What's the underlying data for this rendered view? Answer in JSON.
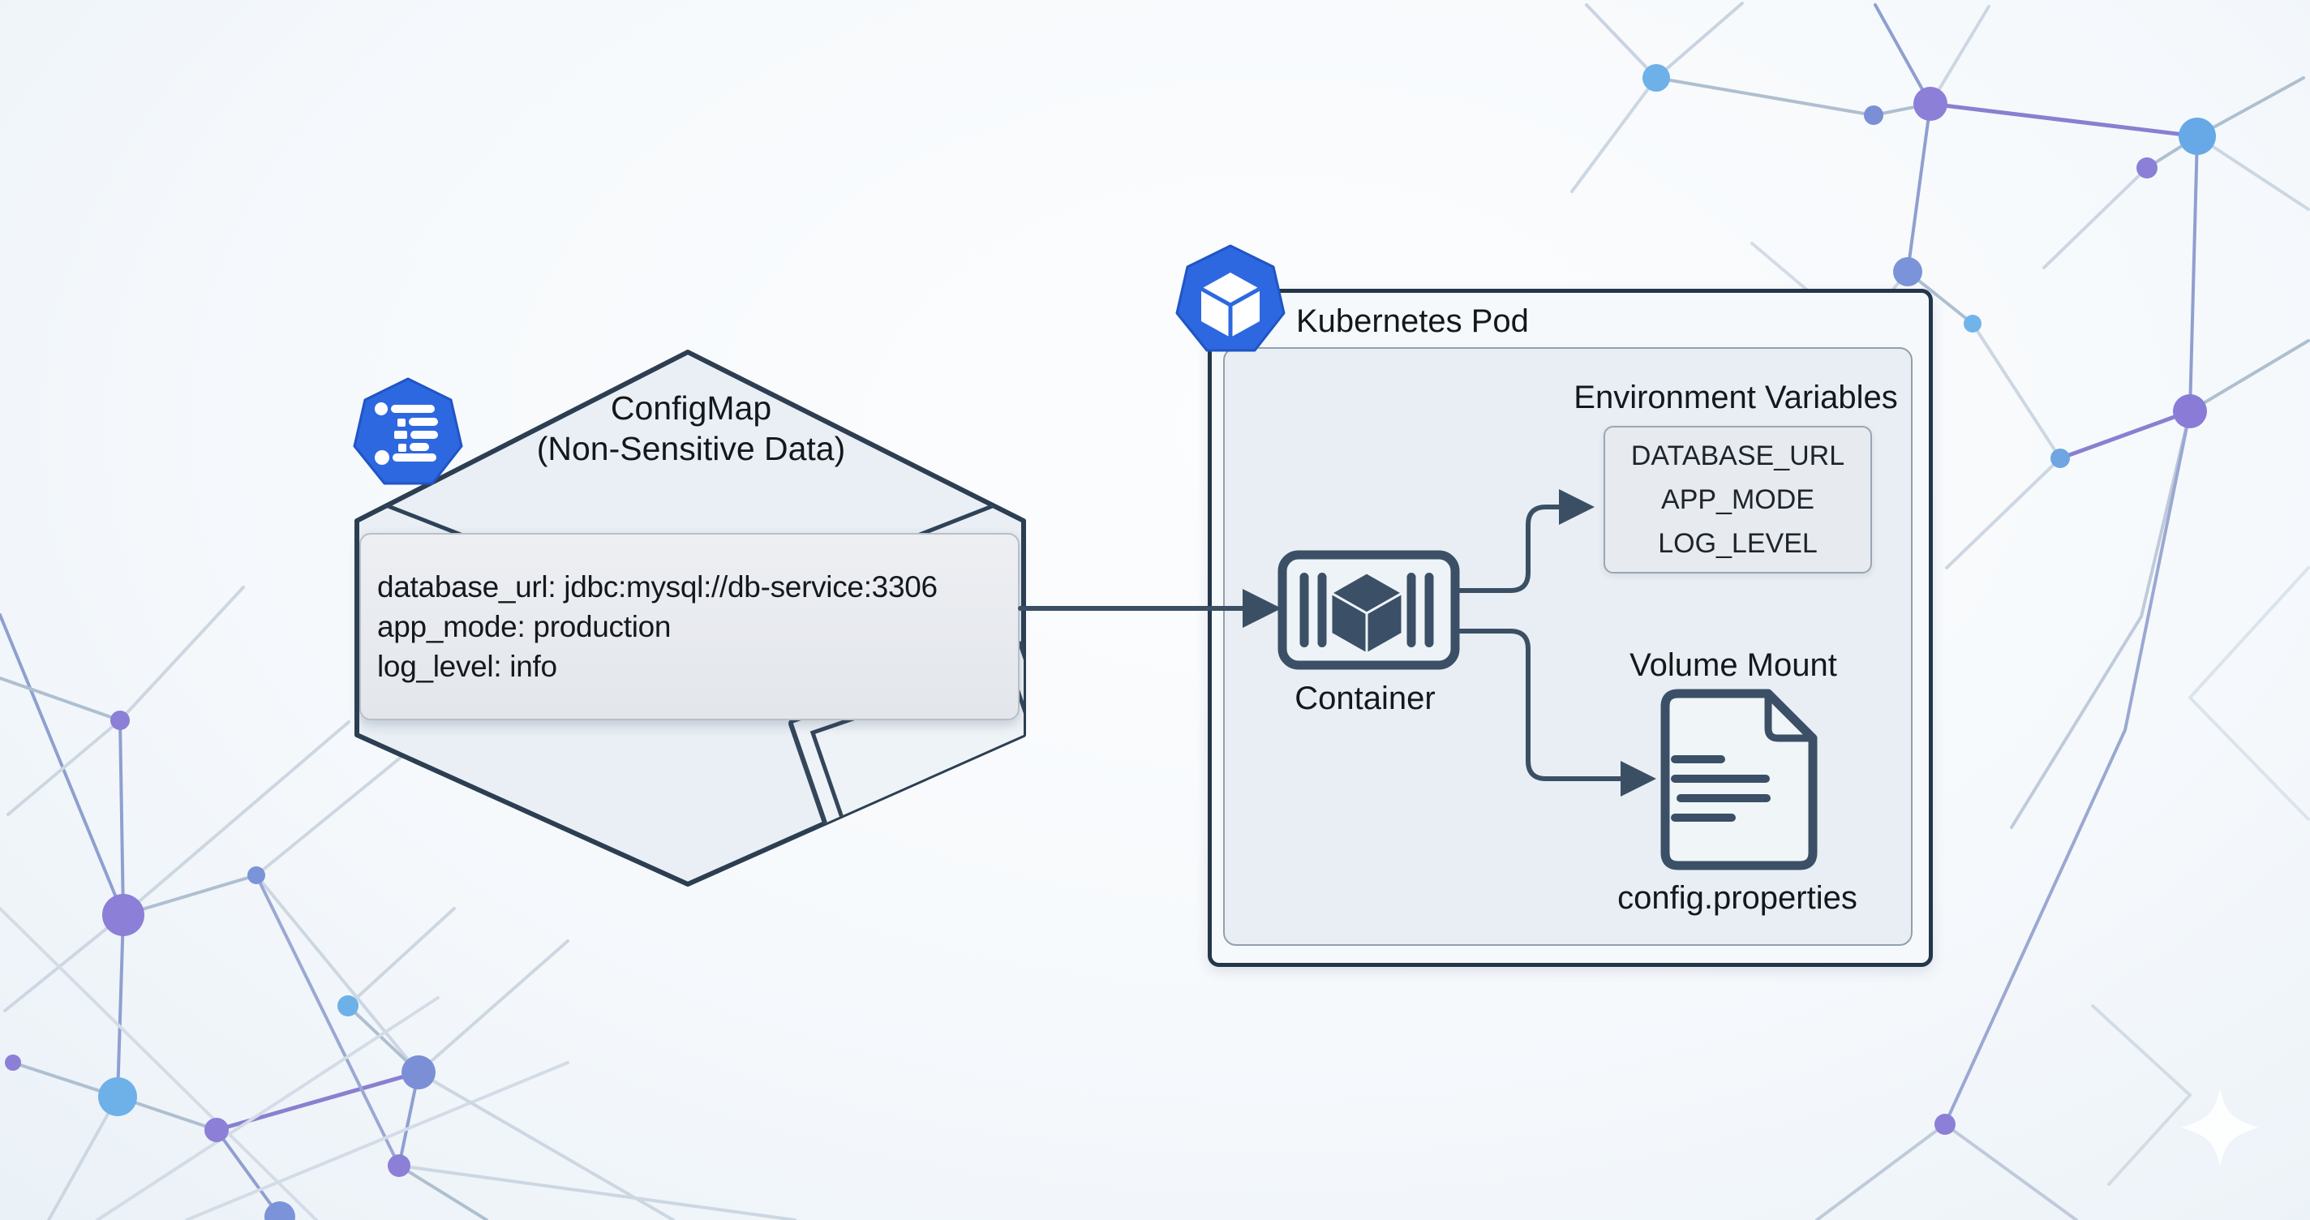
{
  "configmap": {
    "title": "ConfigMap",
    "subtitle": "(Non-Sensitive Data)",
    "code": [
      "database_url: jdbc:mysql://db-service:3306",
      "app_mode: production",
      "log_level: info"
    ]
  },
  "pod": {
    "title": "Kubernetes Pod",
    "env": {
      "title": "Environment Variables",
      "vars": [
        "DATABASE_URL",
        "APP_MODE",
        "LOG_LEVEL"
      ]
    },
    "container": {
      "label": "Container"
    },
    "volume": {
      "title": "Volume Mount",
      "file": "config.properties"
    }
  },
  "colors": {
    "kubernetes_blue": "#2d68e0",
    "slate_dark": "#3b5066",
    "outline_dark": "#24364a",
    "hexagon_fill": "#e9eff4",
    "pod_inner_fill": "#e8eef3",
    "code_box_fill": "#e8eaee",
    "node_light_blue": "#6db1e8",
    "node_periwinkle": "#7b8fd6",
    "node_purple": "#8c7fd8",
    "line_steel": "#aebfd0",
    "line_purple": "#8a7fd0"
  }
}
